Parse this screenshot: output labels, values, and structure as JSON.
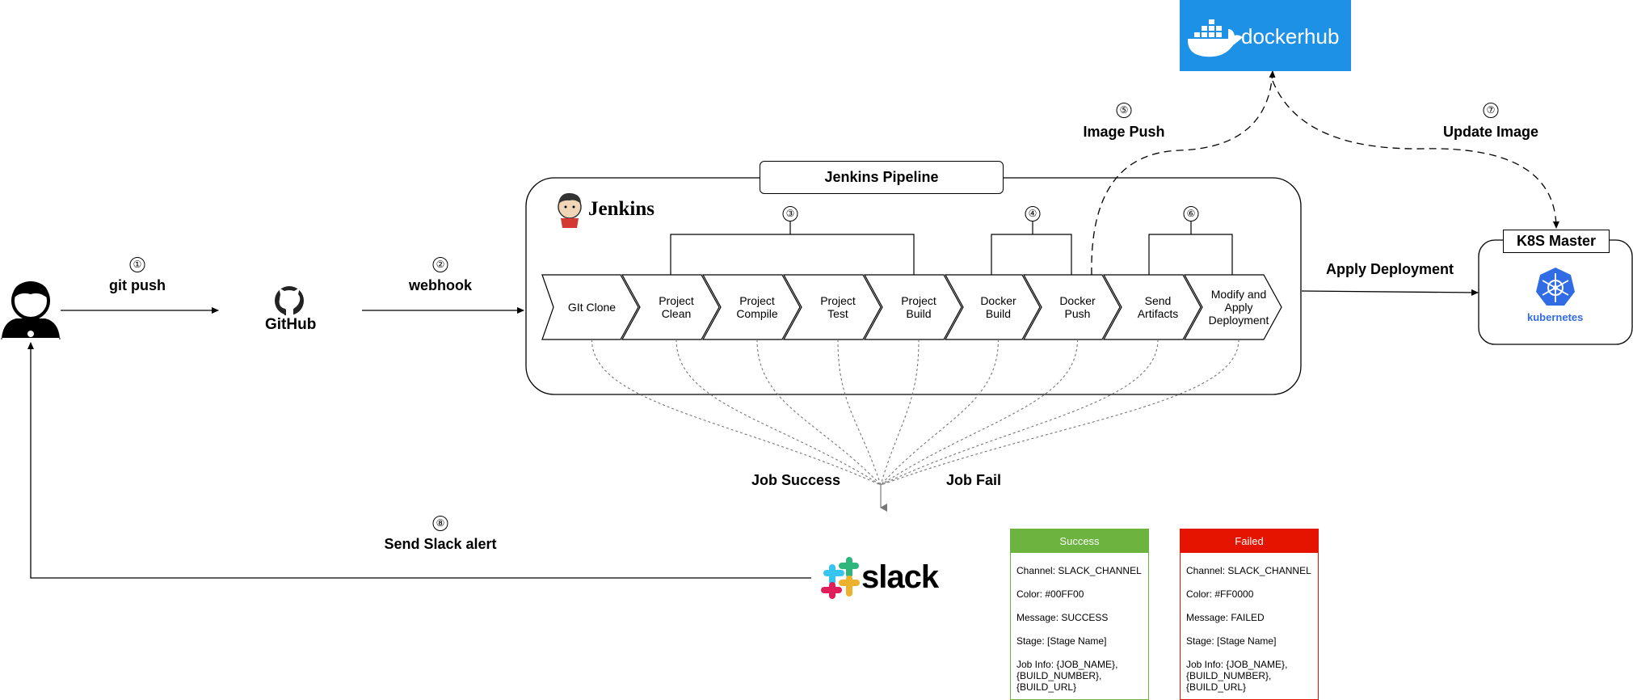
{
  "diagram": {
    "steps": [
      {
        "num": "①",
        "label": "git push"
      },
      {
        "num": "②",
        "label": "webhook"
      },
      {
        "num": "③"
      },
      {
        "num": "④"
      },
      {
        "num": "⑤",
        "label": "Image Push"
      },
      {
        "num": "⑥"
      },
      {
        "num": "⑦",
        "label": "Update Image"
      },
      {
        "num": "⑧",
        "label": "Send Slack alert"
      }
    ],
    "pipeline_title": "Jenkins Pipeline",
    "jenkins_logo_text": "Jenkins",
    "github_logo_text": "GitHub",
    "dockerhub_logo_text": "dockerhub",
    "slack_logo_text": "slack",
    "kubernetes_logo_text": "kubernetes",
    "k8s_master_title": "K8S Master",
    "apply_deployment_label": "Apply Deployment",
    "job_success_label": "Job Success",
    "job_fail_label": "Job Fail",
    "stages": [
      {
        "label": "GIt Clone"
      },
      {
        "label": "Project\nClean"
      },
      {
        "label": "Project\nCompile"
      },
      {
        "label": "Project\nTest"
      },
      {
        "label": "Project\nBuild"
      },
      {
        "label": "Docker\nBuild"
      },
      {
        "label": "Docker\nPush"
      },
      {
        "label": "Send\nArtifacts"
      },
      {
        "label": "Modify and\nApply\nDeployment"
      }
    ],
    "cards": [
      {
        "title": "Success",
        "color": "#6db33f",
        "rows": [
          "Channel: SLACK_CHANNEL",
          "Color: #00FF00",
          "Message: SUCCESS",
          "Stage: [Stage Name]",
          "Job Info: {JOB_NAME}, {BUILD_NUMBER}, {BUILD_URL}"
        ]
      },
      {
        "title": "Failed",
        "color": "#e51400",
        "rows": [
          "Channel: SLACK_CHANNEL",
          "Color: #FF0000",
          "Message: FAILED",
          "Stage: [Stage Name]",
          "Job Info: {JOB_NAME}, {BUILD_NUMBER}, {BUILD_URL}"
        ]
      }
    ],
    "colors": {
      "dockerhub_blue": "#1d91e6",
      "kubernetes_blue": "#326ce5",
      "success_green": "#6db33f",
      "failed_red": "#e51400"
    },
    "icons": [
      "developer-icon",
      "github-octocat-icon",
      "jenkins-butler-icon",
      "docker-whale-icon",
      "kubernetes-helm-icon",
      "slack-hash-icon"
    ]
  }
}
